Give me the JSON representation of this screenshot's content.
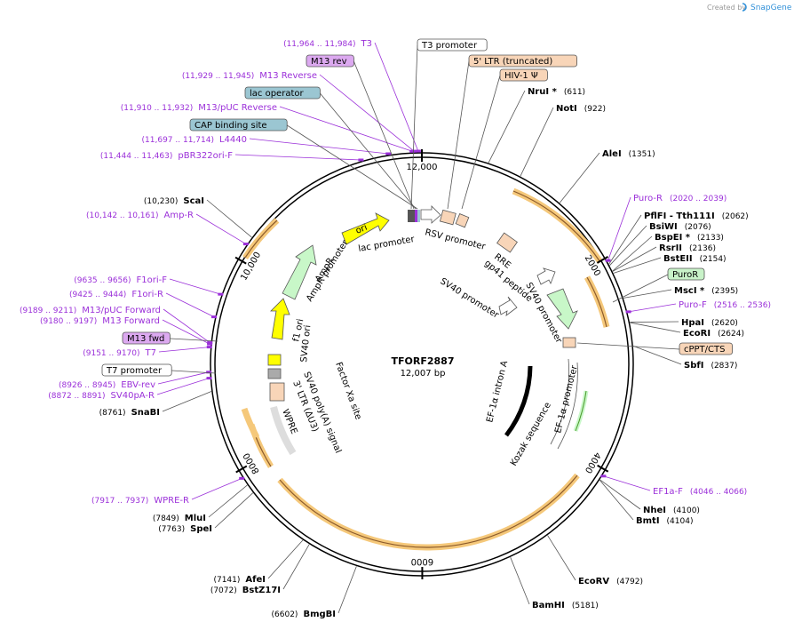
{
  "watermark": {
    "created_by": "Created by",
    "brand": "SnapGene"
  },
  "plasmid": {
    "name": "TFORF2887",
    "length_label": "12,007 bp",
    "length": 12007
  },
  "ruler_ticks": [
    {
      "bp": 0,
      "label": "12,000"
    },
    {
      "bp": 2000,
      "label": "2000"
    },
    {
      "bp": 4000,
      "label": "4000"
    },
    {
      "bp": 6000,
      "label": "6000"
    },
    {
      "bp": 8000,
      "label": "8000"
    },
    {
      "bp": 10000,
      "label": "10,000"
    }
  ],
  "enzymes": [
    {
      "name": "NruI *",
      "pos": "(611)",
      "bp": 611
    },
    {
      "name": "NotI",
      "pos": "(922)",
      "bp": 922
    },
    {
      "name": "AleI",
      "pos": "(1351)",
      "bp": 1351
    },
    {
      "name": "PflFI - Tth111I",
      "pos": "(2062)",
      "bp": 2062
    },
    {
      "name": "BsiWI",
      "pos": "(2076)",
      "bp": 2076
    },
    {
      "name": "BspEI *",
      "pos": "(2133)",
      "bp": 2133
    },
    {
      "name": "RsrII",
      "pos": "(2136)",
      "bp": 2136
    },
    {
      "name": "BstEII",
      "pos": "(2154)",
      "bp": 2154
    },
    {
      "name": "MscI *",
      "pos": "(2395)",
      "bp": 2395
    },
    {
      "name": "HpaI",
      "pos": "(2620)",
      "bp": 2620
    },
    {
      "name": "EcoRI",
      "pos": "(2624)",
      "bp": 2624
    },
    {
      "name": "SbfI",
      "pos": "(2837)",
      "bp": 2837
    },
    {
      "name": "NheI",
      "pos": "(4100)",
      "bp": 4100
    },
    {
      "name": "BmtI",
      "pos": "(4104)",
      "bp": 4104
    },
    {
      "name": "EcoRV",
      "pos": "(4792)",
      "bp": 4792
    },
    {
      "name": "BamHI",
      "pos": "(5181)",
      "bp": 5181
    },
    {
      "name": "BmgBI",
      "pos": "(6602)",
      "bp": 6602
    },
    {
      "name": "BstZ17I",
      "pos": "(7072)",
      "bp": 7072
    },
    {
      "name": "AfeI",
      "pos": "(7141)",
      "bp": 7141
    },
    {
      "name": "SpeI",
      "pos": "(7763)",
      "bp": 7763
    },
    {
      "name": "MluI",
      "pos": "(7849)",
      "bp": 7849
    },
    {
      "name": "SnaBI",
      "pos": "(8761)",
      "bp": 8761
    },
    {
      "name": "ScaI",
      "pos": "(10,230)",
      "bp": 10230
    }
  ],
  "primers": [
    {
      "name": "T3",
      "pos": "(11,964 .. 11,984)",
      "bp": 11974
    },
    {
      "name": "M13 Reverse",
      "pos": "(11,929 .. 11,945)",
      "bp": 11937
    },
    {
      "name": "M13/pUC Reverse",
      "pos": "(11,910 .. 11,932)",
      "bp": 11921
    },
    {
      "name": "L4440",
      "pos": "(11,697 .. 11,714)",
      "bp": 11705
    },
    {
      "name": "pBR322ori-F",
      "pos": "(11,444 .. 11,463)",
      "bp": 11453
    },
    {
      "name": "Amp-R",
      "pos": "(10,142 .. 10,161)",
      "bp": 10151
    },
    {
      "name": "F1ori-F",
      "pos": "(9635 .. 9656)",
      "bp": 9645
    },
    {
      "name": "F1ori-R",
      "pos": "(9425 .. 9444)",
      "bp": 9434
    },
    {
      "name": "M13/pUC Forward",
      "pos": "(9189 .. 9211)",
      "bp": 9200
    },
    {
      "name": "M13 Forward",
      "pos": "(9180 .. 9197)",
      "bp": 9188
    },
    {
      "name": "T7",
      "pos": "(9151 .. 9170)",
      "bp": 9160
    },
    {
      "name": "EBV-rev",
      "pos": "(8926 .. 8945)",
      "bp": 8935
    },
    {
      "name": "SV40pA-R",
      "pos": "(8872 .. 8891)",
      "bp": 8881
    },
    {
      "name": "WPRE-R",
      "pos": "(7917 .. 7937)",
      "bp": 7927
    },
    {
      "name": "Puro-R",
      "pos": "(2020 .. 2039)",
      "bp": 2030
    },
    {
      "name": "Puro-F",
      "pos": "(2516 .. 2536)",
      "bp": 2526
    },
    {
      "name": "EF1a-F",
      "pos": "(4046 .. 4066)",
      "bp": 4056
    }
  ],
  "boxed_labels": [
    {
      "text": "T3 promoter",
      "color": "#ffffff"
    },
    {
      "text": "M13 rev",
      "color": "#dca9f0"
    },
    {
      "text": "lac operator",
      "color": "#9bc6d2"
    },
    {
      "text": "CAP binding site",
      "color": "#9bc6d2"
    },
    {
      "text": "5' LTR (truncated)",
      "color": "#f8d5b8"
    },
    {
      "text": "HIV-1 Ψ",
      "color": "#f8d5b8"
    },
    {
      "text": "PuroR",
      "color": "#c8f2c8"
    },
    {
      "text": "cPPT/CTS",
      "color": "#f8d5b8"
    },
    {
      "text": "M13 fwd",
      "color": "#dca9f0"
    },
    {
      "text": "T7 promoter",
      "color": "#ffffff"
    }
  ],
  "features": {
    "ori": "ori",
    "lac_promoter": "lac promoter",
    "rsv_promoter": "RSV promoter",
    "rre": "RRE",
    "gp41_peptide": "gp41 peptide",
    "sv40_promoter_a": "SV40 promoter",
    "sv40_promoter_b": "SV40 promoter",
    "ampr": "AmpR",
    "ampr_promoter": "AmpR promoter",
    "f1_ori": "f1 ori",
    "sv40_ori": "SV40 ori",
    "factor_xa": "Factor Xa site",
    "sv40_polya": "SV40 poly(A) signal",
    "ltr3": "3' LTR (ΔU3)",
    "wpre": "WPRE",
    "ef1a_intron": "EF-1α intron A",
    "ef1a_promoter": "EF-1α promoter",
    "kozak": "Kozak sequence"
  },
  "colors": {
    "primer": "#9b30d9",
    "ori": "#ffff00",
    "ampr": "#c8f7c8",
    "arc": "#f5c87a",
    "brand": "#2f8fd8"
  }
}
